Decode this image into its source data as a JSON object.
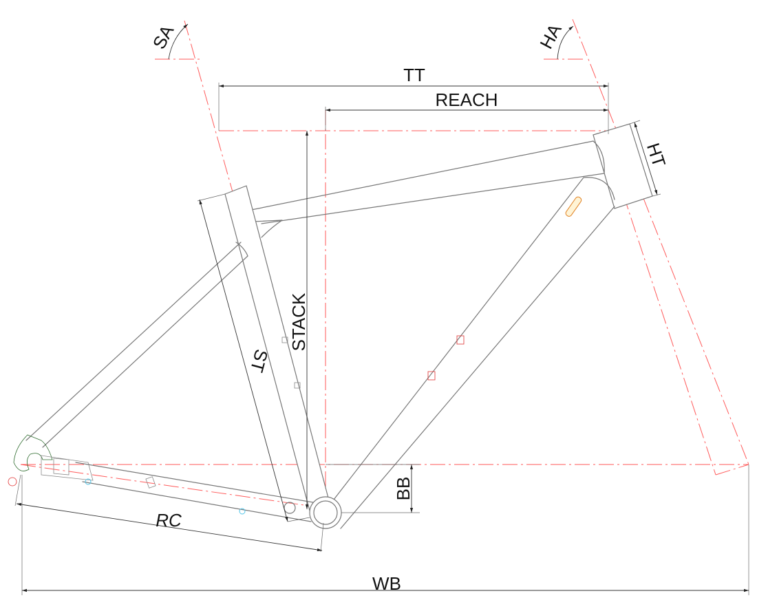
{
  "diagram": {
    "labels": {
      "sa": "SA",
      "ha": "HA",
      "tt": "TT",
      "reach": "REACH",
      "ht": "HT",
      "stack": "STACK",
      "st": "ST",
      "bb": "BB",
      "rc": "RC",
      "wb": "WB"
    },
    "colors": {
      "frame_outline": "#777777",
      "center_line": "#ff5a5a",
      "dimension_line": "#333333",
      "label_text": "#111111"
    }
  }
}
